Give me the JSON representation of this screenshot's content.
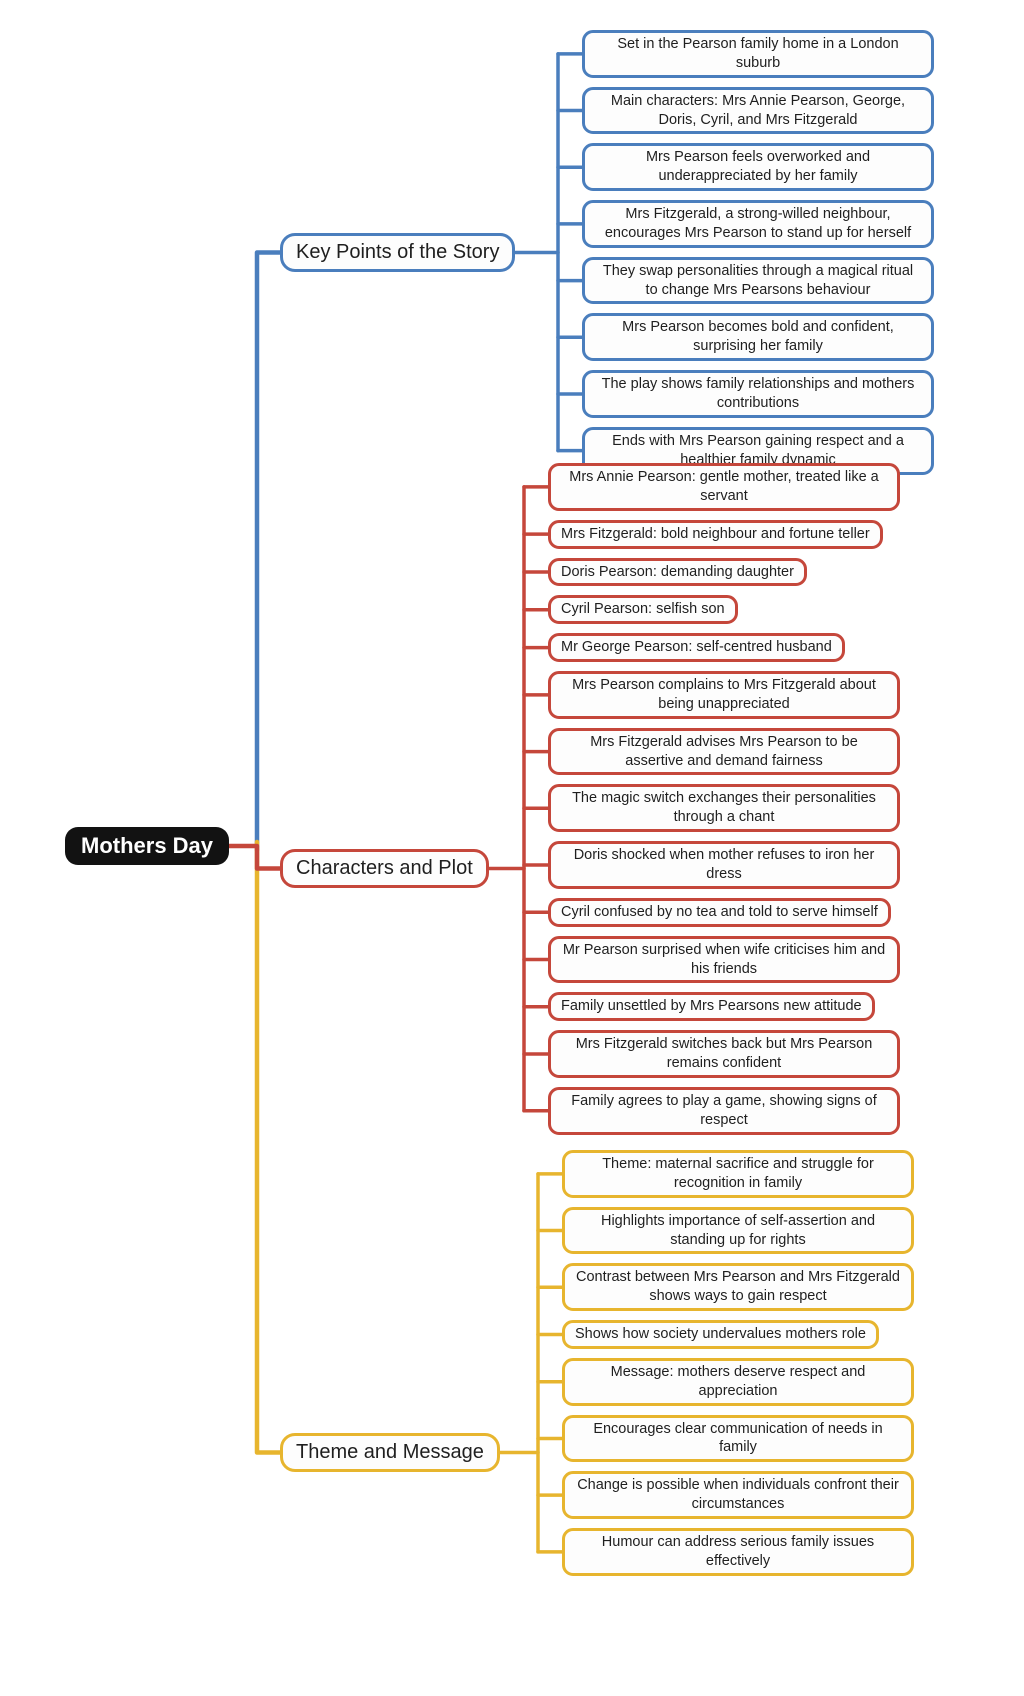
{
  "root": {
    "label": "Mothers Day"
  },
  "colors": {
    "blue": "#4a7ebd",
    "red": "#c5473b",
    "yellow": "#e7b52e",
    "root_bg": "#121212",
    "root_text": "#ffffff"
  },
  "branches": [
    {
      "id": "key-points",
      "label": "Key Points of the Story",
      "color": "#4a7ebd",
      "children": [
        "Set in the Pearson family home in a London suburb",
        "Main characters: Mrs Annie Pearson, George, Doris, Cyril, and Mrs Fitzgerald",
        "Mrs Pearson feels overworked and underappreciated by her family",
        "Mrs Fitzgerald, a strong-willed neighbour, encourages Mrs Pearson to stand up for herself",
        "They swap personalities through a magical ritual to change Mrs Pearsons behaviour",
        "Mrs Pearson becomes bold and confident, surprising her family",
        "The play shows family relationships and mothers contributions",
        "Ends with Mrs Pearson gaining respect and a healthier family dynamic"
      ]
    },
    {
      "id": "characters-plot",
      "label": "Characters and Plot",
      "color": "#c5473b",
      "children": [
        "Mrs Annie Pearson: gentle mother, treated like a servant",
        "Mrs Fitzgerald: bold neighbour and fortune teller",
        "Doris Pearson: demanding daughter",
        "Cyril Pearson: selfish son",
        "Mr George Pearson: self-centred husband",
        "Mrs Pearson complains to Mrs Fitzgerald about being unappreciated",
        "Mrs Fitzgerald advises Mrs Pearson to be assertive and demand fairness",
        "The magic switch exchanges their personalities through a chant",
        "Doris shocked when mother refuses to iron her dress",
        "Cyril confused by no tea and told to serve himself",
        "Mr Pearson surprised when wife criticises him and his friends",
        "Family unsettled by Mrs Pearsons new attitude",
        "Mrs Fitzgerald switches back but Mrs Pearson remains confident",
        "Family agrees to play a game, showing signs of respect"
      ]
    },
    {
      "id": "theme-message",
      "label": "Theme and Message",
      "color": "#e7b52e",
      "children": [
        "Theme: maternal sacrifice and struggle for recognition in family",
        "Highlights importance of self-assertion and standing up for rights",
        "Contrast between Mrs Pearson and Mrs Fitzgerald shows ways to gain respect",
        "Shows how society undervalues mothers role",
        "Message: mothers deserve respect and appreciation",
        "Encourages clear communication of needs in family",
        "Change is possible when individuals confront their circumstances",
        "Humour can address serious family issues effectively"
      ]
    }
  ]
}
